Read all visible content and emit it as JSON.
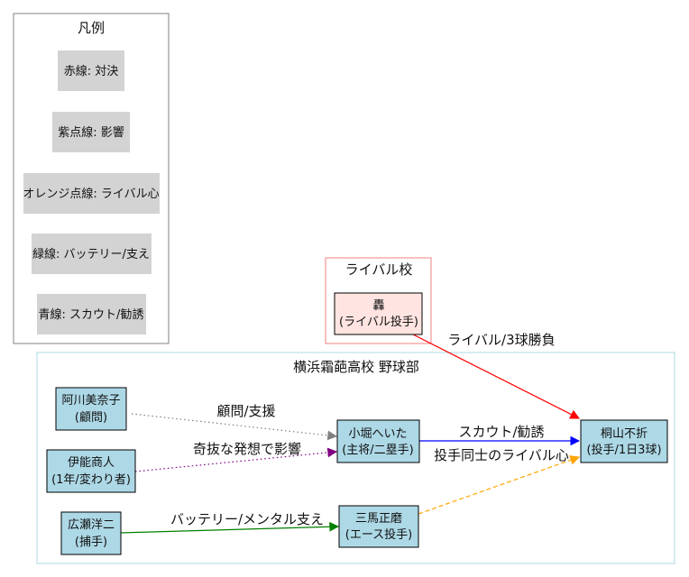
{
  "legend": {
    "title": "凡例",
    "items": [
      "赤線: 対決",
      "紫点線: 影響",
      "オレンジ点線: ライバル心",
      "緑線: バッテリー/支え",
      "青線: スカウト/勧誘"
    ]
  },
  "clusters": {
    "rival": {
      "label": "ライバル校"
    },
    "home": {
      "label": "横浜霜葩高校 野球部"
    }
  },
  "nodes": {
    "todoroki": {
      "line1": "轟",
      "line2": "(ライバル投手)"
    },
    "kiriyama": {
      "line1": "桐山不折",
      "line2": "(投手/1日3球)"
    },
    "kobori": {
      "line1": "小堀へいた",
      "line2": "(主将/二塁手)"
    },
    "miuma": {
      "line1": "三馬正磨",
      "line2": "(エース投手)"
    },
    "agawa": {
      "line1": "阿川美奈子",
      "line2": "(顧問)"
    },
    "inou": {
      "line1": "伊能商人",
      "line2": "(1年/変わり者)"
    },
    "hirose": {
      "line1": "広瀬洋二",
      "line2": "(捕手)"
    }
  },
  "edges": {
    "rival_showdown": "ライバル/3球勝負",
    "advisor_support": "顧問/支援",
    "quirky_influence": "奇抜な発想で影響",
    "battery_support": "バッテリー/メンタル支え",
    "scout": "スカウト/勧誘",
    "pitcher_rivalry": "投手同士のライバル心"
  },
  "colors": {
    "red": "#ff0000",
    "purple": "#800080",
    "orange": "#ffa500",
    "green": "#008000",
    "blue": "#0000ff",
    "gray": "#808080",
    "node_blue": "#add8e6",
    "node_pink": "#ffe4e1",
    "legend_gray": "#d3d3d3",
    "rival_border": "#f08080",
    "home_border": "#add8e6"
  }
}
